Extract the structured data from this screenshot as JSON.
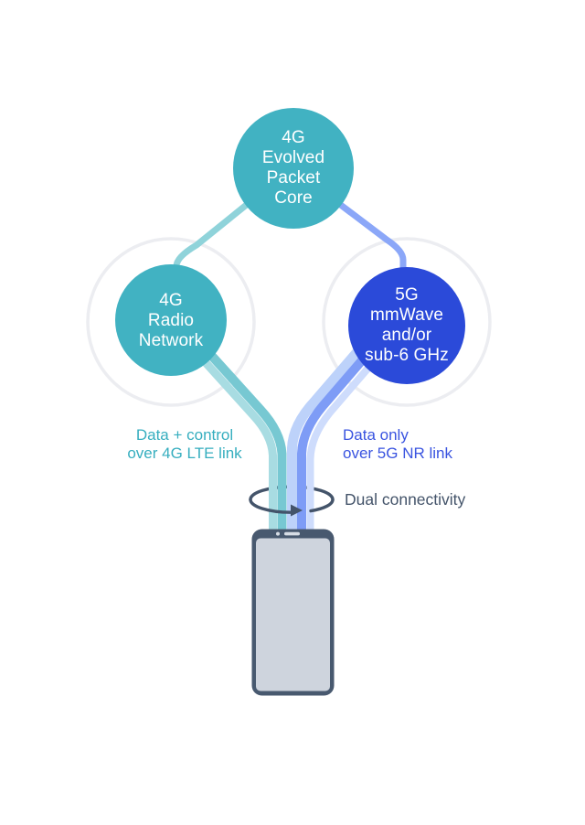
{
  "nodes": {
    "epc": {
      "lines": [
        "4G",
        "Evolved",
        "Packet",
        "Core"
      ],
      "fill": "#41B2C2"
    },
    "radio4g": {
      "lines": [
        "4G",
        "Radio",
        "Network"
      ],
      "fill": "#41B2C2"
    },
    "nr5g": {
      "lines": [
        "5G",
        "mmWave",
        "and/or",
        "sub-6 GHz"
      ],
      "fill": "#2B4AD9"
    }
  },
  "annotations": {
    "lte_link": {
      "lines": [
        "Data + control",
        "over 4G LTE link"
      ],
      "color": "#36AEBF"
    },
    "nr_link": {
      "lines": [
        "Data only",
        "over 5G NR link"
      ],
      "color": "#3A54E0"
    },
    "dual_connectivity": {
      "text": "Dual connectivity",
      "color": "#44546A"
    }
  },
  "palette": {
    "teal_connector": "#8FD3DA",
    "blue_connector": "#8BA7F8",
    "strand_teal_light": "#A8DCE2",
    "strand_teal": "#77C8D2",
    "strand_blue_light": "#BDD2FA",
    "strand_blue": "#7E9CF6",
    "strand_blue_pale": "#CEDCFC",
    "halo_ring": "#ECEDF1",
    "loop_navy": "#44546A",
    "phone_body": "#48596F",
    "phone_screen": "#CED4DD",
    "phone_detail": "#D7DDE5"
  }
}
